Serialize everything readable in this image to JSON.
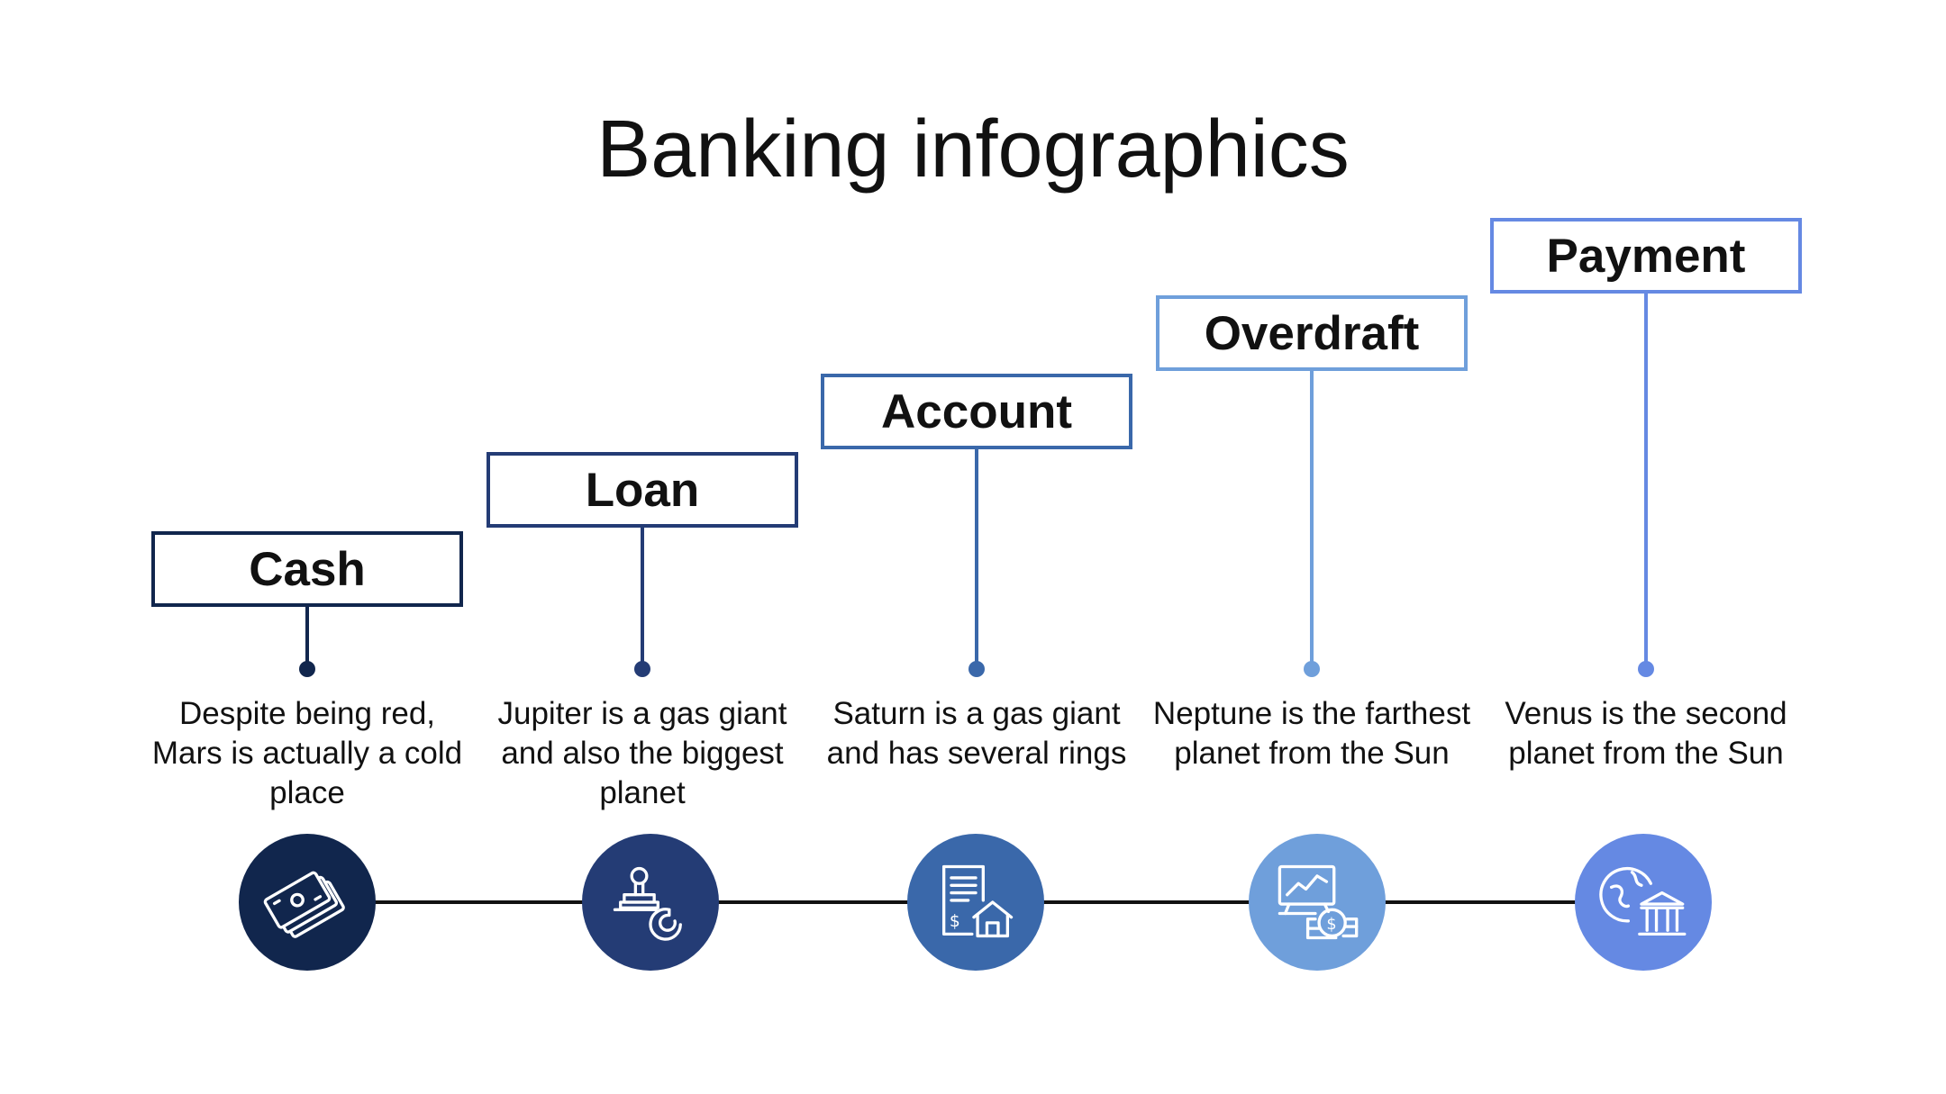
{
  "title": "Banking infographics",
  "steps": [
    {
      "label": "Cash",
      "description": "Despite being red, Mars is actually a cold place",
      "icon": "cash-icon",
      "color": "#11264d"
    },
    {
      "label": "Loan",
      "description": "Jupiter is a gas giant and also the biggest planet",
      "icon": "loan-stamp-icon",
      "color": "#243c75"
    },
    {
      "label": "Account",
      "description": "Saturn is a gas giant and has several rings",
      "icon": "account-document-house-icon",
      "color": "#3a68aa"
    },
    {
      "label": "Overdraft",
      "description": "Neptune is the farthest planet from the Sun",
      "icon": "overdraft-chart-coins-icon",
      "color": "#6f9fdb"
    },
    {
      "label": "Payment",
      "description": "Venus is the second planet from the Sun",
      "icon": "payment-globe-bank-icon",
      "color": "#6589e3"
    }
  ]
}
